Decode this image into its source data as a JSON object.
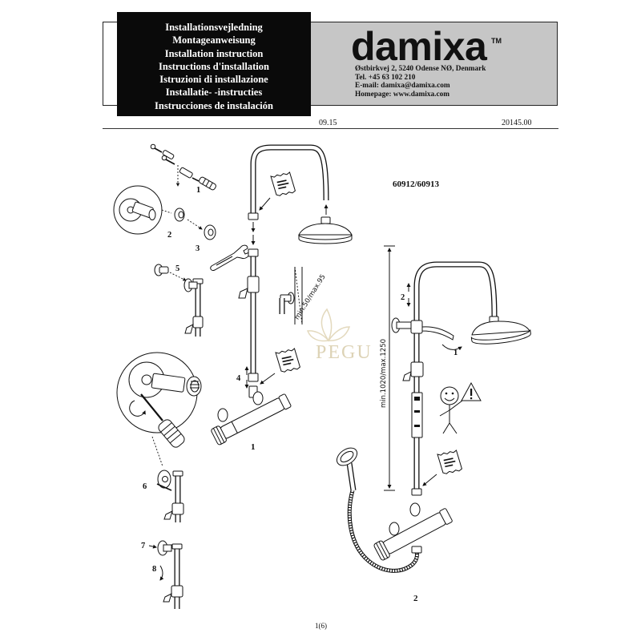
{
  "header": {
    "titles": [
      "Installationsvejledning",
      "Montageanweisung",
      "Installation instruction",
      "Instructions d'installation",
      "Istruzioni di installazione",
      "Installatie- -instructies",
      "Instrucciones de instalación"
    ],
    "brand": "damixa",
    "trademark": "TM",
    "address": "Østbirkvej 2, 5240 Odense NØ, Denmark",
    "tel": "Tel. +45 63 102 210",
    "email": "E-mail: damixa@damixa.com",
    "homepage": "Homepage: www.damixa.com"
  },
  "meta": {
    "date": "09.15",
    "doc_number": "20145.00"
  },
  "model": "60912/60913",
  "diagram1": {
    "caption": "1",
    "step_labels": [
      "1",
      "2",
      "3",
      "4",
      "5",
      "6",
      "7",
      "8"
    ],
    "dimension": "min.50/max.95"
  },
  "diagram2": {
    "caption": "2",
    "step_labels": [
      "1",
      "2"
    ],
    "dimension": "min.1020/max.1250"
  },
  "watermark": "PEGU",
  "footer": {
    "page": "1(6)"
  }
}
